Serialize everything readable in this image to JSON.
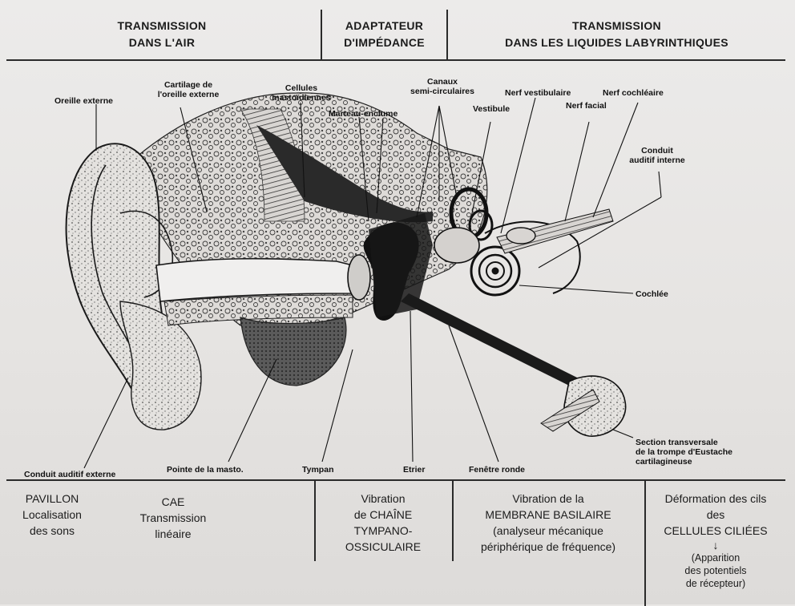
{
  "header": {
    "air": [
      "TRANSMISSION",
      "DANS L'AIR"
    ],
    "impedance": [
      "ADAPTATEUR",
      "D'IMPÉDANCE"
    ],
    "liquids": [
      "TRANSMISSION",
      "DANS LES LIQUIDES LABYRINTHIQUES"
    ]
  },
  "labels": {
    "oreille_externe": "Oreille externe",
    "cartilage": [
      "Cartilage de",
      "l'oreille externe"
    ],
    "cellules": [
      "Cellules",
      "mastoïdiennes"
    ],
    "marteau": "Marteau-enclume",
    "canaux": [
      "Canaux",
      "semi-circulaires"
    ],
    "vestibule": "Vestibule",
    "nerf_vestibulaire": "Nerf vestibulaire",
    "nerf_facial": "Nerf facial",
    "nerf_cochleaire": "Nerf cochléaire",
    "conduit_interne": [
      "Conduit",
      "auditif interne"
    ],
    "cochlee": "Cochlée",
    "section": [
      "Section transversale",
      "de la trompe d'Eustache",
      "cartilagineuse"
    ],
    "conduit_externe": "Conduit auditif externe",
    "pointe": "Pointe de la masto.",
    "tympan": "Tympan",
    "etrier": "Etrier",
    "fenetre": "Fenêtre ronde"
  },
  "footer": {
    "pavillon": [
      "PAVILLON",
      "Localisation",
      "des sons"
    ],
    "cae": [
      "CAE",
      "Transmission",
      "linéaire"
    ],
    "vibration_chaine": [
      "Vibration",
      "de CHAÎNE",
      "TYMPANO-",
      "OSSICULAIRE"
    ],
    "vibration_membrane": [
      "Vibration de la",
      "MEMBRANE BASILAIRE",
      "(analyseur mécanique",
      "périphérique de fréquence)"
    ],
    "deformation": [
      "Déformation des cils",
      "des",
      "CELLULES CILIÉES"
    ],
    "arrow": "↓",
    "apparition": [
      "(Apparition",
      "des potentiels",
      "de récepteur)"
    ]
  }
}
